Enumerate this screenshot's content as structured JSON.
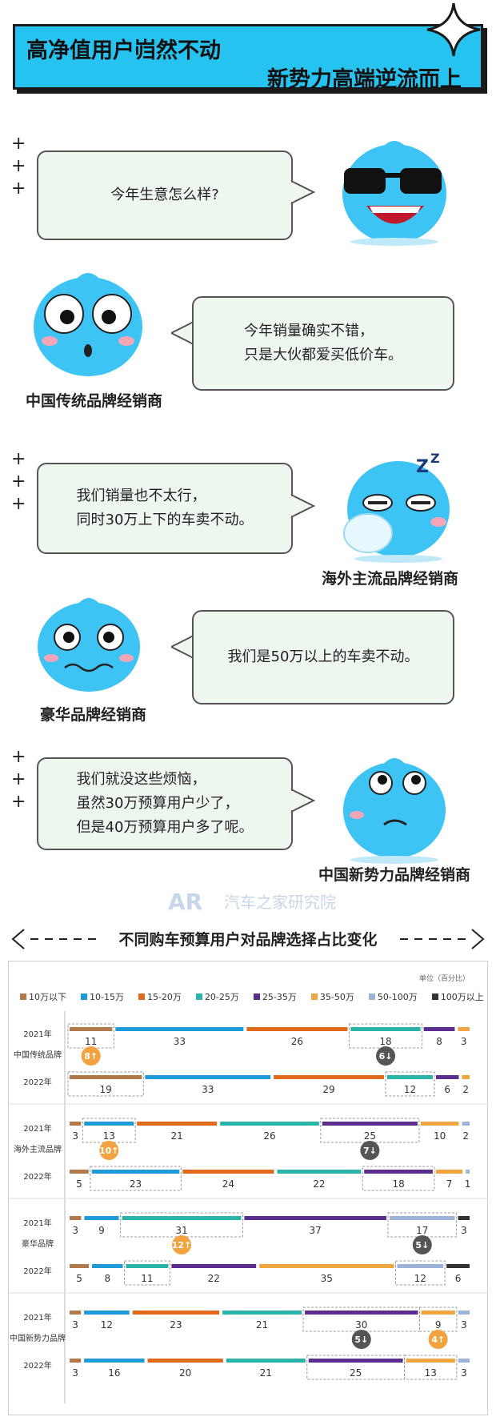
{
  "header": {
    "line1": "高净值用户岿然不动",
    "line2": "新势力高端逆流而上"
  },
  "dialogues": [
    {
      "text": "今年生意怎么样?",
      "speaker": ""
    },
    {
      "text": "今年销量确实不错，\n只是大伙都爱买低价车。",
      "speaker": "中国传统品牌经销商"
    },
    {
      "text": "我们销量也不太行，\n同时30万上下的车卖不动。",
      "speaker": "海外主流品牌经销商"
    },
    {
      "text": "我们是50万以上的车卖不动。",
      "speaker": "豪华品牌经销商"
    },
    {
      "text": "我们就没这些烦恼，\n虽然30万预算用户少了，\n但是40万预算用户多了呢。",
      "speaker": "中国新势力品牌经销商"
    }
  ],
  "watermark": "汽车之家研究院",
  "chart_section_title": "不同购车预算用户对品牌选择占比变化",
  "chart_data": {
    "type": "bar",
    "stacked": true,
    "orientation": "horizontal",
    "unit": "单位（百分比）",
    "categories": [
      "10万以下",
      "10-15万",
      "15-20万",
      "20-25万",
      "25-35万",
      "35-50万",
      "50-100万",
      "100万以上"
    ],
    "colors": [
      "#b07a4a",
      "#1e9bd7",
      "#e06a1a",
      "#2ab3a8",
      "#5b2d8e",
      "#f0a640",
      "#9db3d9",
      "#333333"
    ],
    "groups": [
      {
        "name": "中国传统品牌",
        "rows": [
          {
            "year": "2021年",
            "values": [
              11,
              33,
              26,
              18,
              8,
              3,
              0,
              0
            ]
          },
          {
            "year": "2022年",
            "values": [
              19,
              33,
              29,
              12,
              6,
              2,
              0,
              0
            ]
          }
        ],
        "changes": [
          {
            "segment": 0,
            "label": "8↑",
            "dir": "up"
          },
          {
            "segment": 3,
            "label": "6↓",
            "dir": "down"
          }
        ]
      },
      {
        "name": "海外主流品牌",
        "rows": [
          {
            "year": "2021年",
            "values": [
              3,
              13,
              21,
              26,
              25,
              10,
              2,
              0
            ]
          },
          {
            "year": "2022年",
            "values": [
              5,
              23,
              24,
              22,
              18,
              7,
              1,
              0
            ]
          }
        ],
        "changes": [
          {
            "segment": 1,
            "label": "10↑",
            "dir": "up"
          },
          {
            "segment": 4,
            "label": "7↓",
            "dir": "down"
          }
        ]
      },
      {
        "name": "豪华品牌",
        "rows": [
          {
            "year": "2021年",
            "values": [
              3,
              9,
              0,
              31,
              37,
              0,
              17,
              3
            ]
          },
          {
            "year": "2022年",
            "values": [
              5,
              8,
              0,
              11,
              22,
              35,
              12,
              6
            ]
          }
        ],
        "changes": [
          {
            "segment": 3,
            "label": "12↑",
            "dir": "up"
          },
          {
            "segment": 6,
            "label": "5↓",
            "dir": "down"
          }
        ]
      },
      {
        "name": "中国新势力品牌",
        "rows": [
          {
            "year": "2021年",
            "values": [
              3,
              12,
              23,
              21,
              30,
              9,
              3,
              0
            ]
          },
          {
            "year": "2022年",
            "values": [
              3,
              16,
              20,
              21,
              25,
              13,
              3,
              0
            ]
          }
        ],
        "changes": [
          {
            "segment": 4,
            "label": "5↓",
            "dir": "down"
          },
          {
            "segment": 5,
            "label": "4↑",
            "dir": "up"
          }
        ]
      }
    ]
  }
}
